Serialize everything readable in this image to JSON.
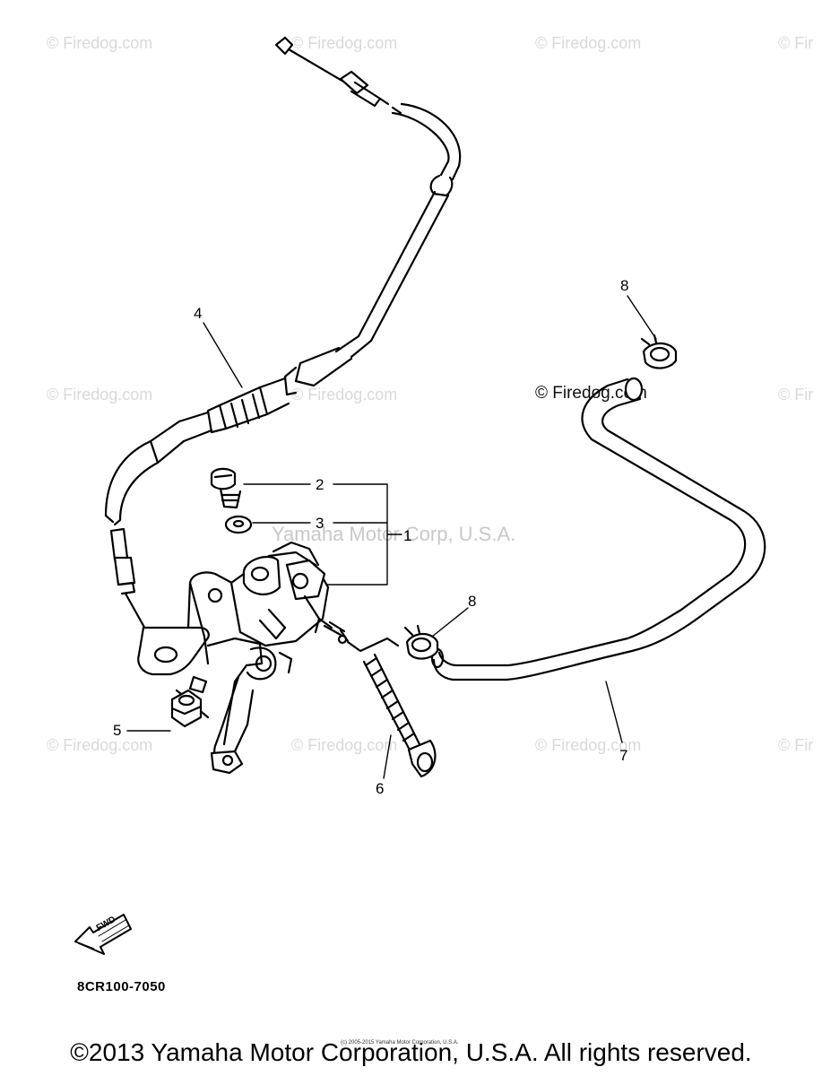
{
  "watermarks": {
    "firedog": "© Firedog.com",
    "firedog_partial": "© Fir",
    "yamaha_corp": "Yamaha Motor Corp, U.S.A."
  },
  "callouts": [
    "1",
    "2",
    "3",
    "4",
    "5",
    "6",
    "7",
    "8",
    "8"
  ],
  "diagram_code": "8CR100-7050",
  "fwd_label": "FWD",
  "copyright": "©2013 Yamaha Motor Corporation, U.S.A. All rights reserved.",
  "tiny_copyright": "(c) 2005-2015 Yamaha Motor Corporation, U.S.A."
}
